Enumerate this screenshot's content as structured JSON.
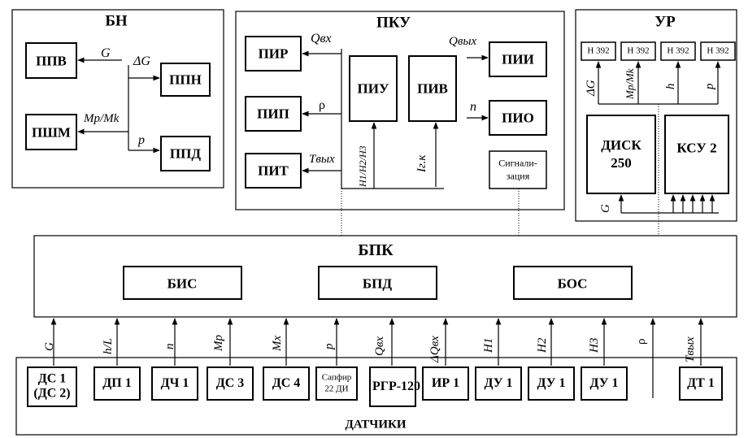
{
  "groups": {
    "bn": "БН",
    "pku": "ПКУ",
    "ur": "УР",
    "bpk": "БПК",
    "sensors": "ДАТЧИКИ"
  },
  "bn": {
    "ppv": "ППВ",
    "ppn": "ППН",
    "pshm": "ПШМ",
    "ppd": "ППД",
    "sig_g": "G",
    "sig_dg": "ΔG",
    "sig_mpmk": "Mp/Mk",
    "sig_p": "p"
  },
  "pku": {
    "pir": "ПИР",
    "pip": "ПИП",
    "pit": "ПИТ",
    "piu": "ПИУ",
    "piv": "ПИВ",
    "pii": "ПИИ",
    "pio": "ПИО",
    "signal": "Сигнали-зация",
    "sig_qin": "Qвх",
    "sig_rho": "ρ",
    "sig_tout": "Tвых",
    "sig_h": "H1/H2/H3",
    "sig_igk": "Iг.к",
    "sig_qout": "Qвых",
    "sig_n": "n"
  },
  "ur": {
    "n392": "Н 392",
    "disk": "ДИСК 250",
    "ksu": "КСУ 2",
    "sig_dg": "ΔG",
    "sig_mpmk": "Mp/Mk",
    "sig_h": "h",
    "sig_p": "p",
    "sig_g": "G"
  },
  "bpk": {
    "bis": "БИС",
    "bpd": "БПД",
    "bos": "БОС"
  },
  "sensors": [
    {
      "name": "ДС 1 (ДС 2)",
      "signal": "G"
    },
    {
      "name": "ДП 1",
      "signal": "h/L"
    },
    {
      "name": "ДЧ 1",
      "signal": "n"
    },
    {
      "name": "ДС 3",
      "signal": "Mp"
    },
    {
      "name": "ДС 4",
      "signal": "Mx"
    },
    {
      "name": "Сапфир 22 ДИ",
      "signal": "p"
    },
    {
      "name": "РГР-120",
      "signal": "Qвх"
    },
    {
      "name": "ИР 1",
      "signal": "ΔQвх"
    },
    {
      "name": "ДУ 1",
      "signal": "H1"
    },
    {
      "name": "ДУ 1",
      "signal": "H2"
    },
    {
      "name": "ДУ 1",
      "signal": "H3"
    },
    {
      "name": "",
      "signal": "ρ"
    },
    {
      "name": "ДТ 1",
      "signal": "Tвых"
    }
  ]
}
